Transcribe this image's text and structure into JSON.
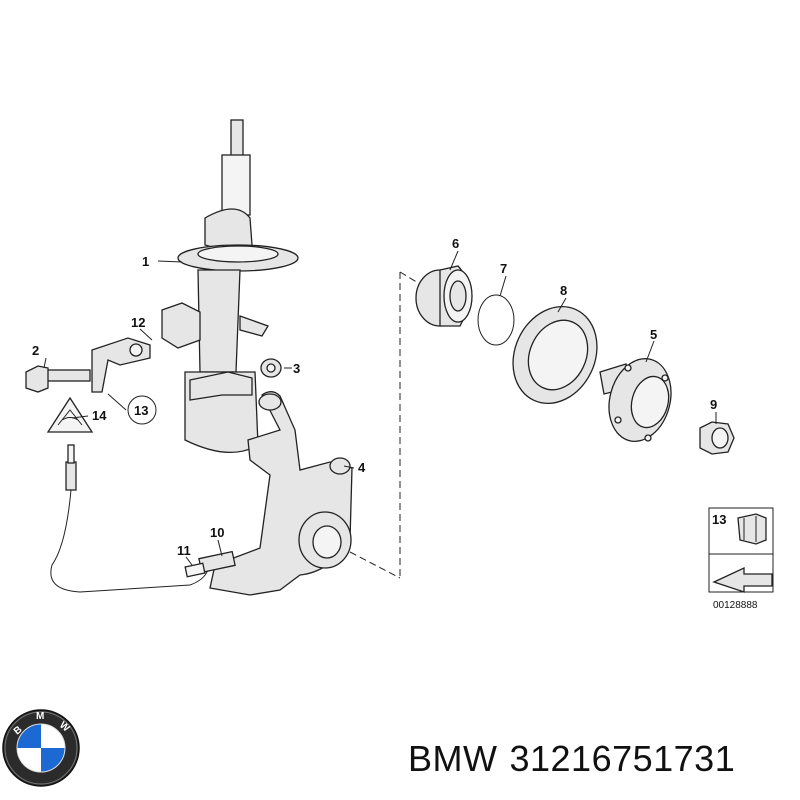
{
  "callouts": {
    "c1": "1",
    "c2": "2",
    "c3": "3",
    "c4": "4",
    "c5": "5",
    "c6": "6",
    "c7": "7",
    "c8": "8",
    "c9": "9",
    "c10": "10",
    "c11": "11",
    "c12": "12",
    "c13": "13",
    "c14": "14"
  },
  "inset": {
    "callout": "13",
    "code": "00128888"
  },
  "brand": {
    "name": "BMW",
    "part_number": "31216751731",
    "logo_letters": "BMW"
  },
  "colors": {
    "logo_blue": "#1c69d4",
    "line": "#222222"
  }
}
